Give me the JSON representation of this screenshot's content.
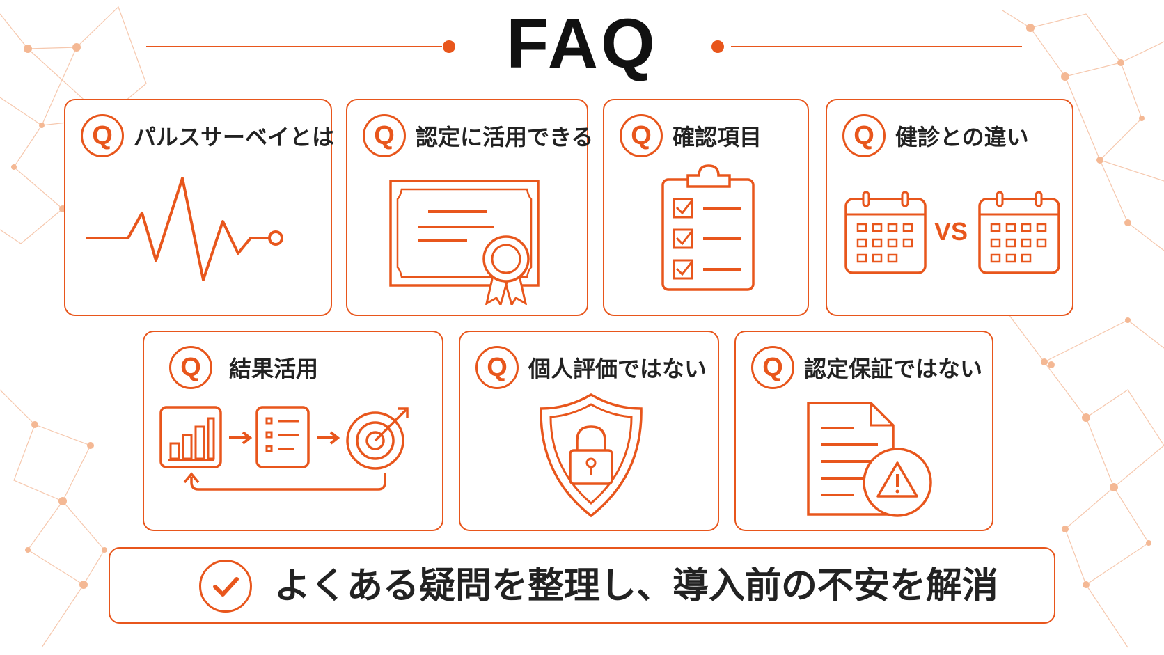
{
  "title": "FAQ",
  "accent_color": "#e8561c",
  "cards": [
    {
      "q": "Q",
      "label": "パルスサーベイとは",
      "icon": "heartbeat-line-icon"
    },
    {
      "q": "Q",
      "label": "認定に活用できる",
      "icon": "certificate-icon"
    },
    {
      "q": "Q",
      "label": "確認項目",
      "icon": "clipboard-checklist-icon"
    },
    {
      "q": "Q",
      "label": "健診との違い",
      "icon": "calendar-vs-calendar-icon",
      "vs": "VS"
    },
    {
      "q": "Q",
      "label": "結果活用",
      "icon": "chart-list-target-cycle-icon"
    },
    {
      "q": "Q",
      "label": "個人評価ではない",
      "icon": "shield-lock-icon"
    },
    {
      "q": "Q",
      "label": "認定保証ではない",
      "icon": "document-warning-icon"
    }
  ],
  "summary": {
    "icon": "check-icon",
    "text": "よくある疑問を整理し、導入前の不安を解消"
  }
}
